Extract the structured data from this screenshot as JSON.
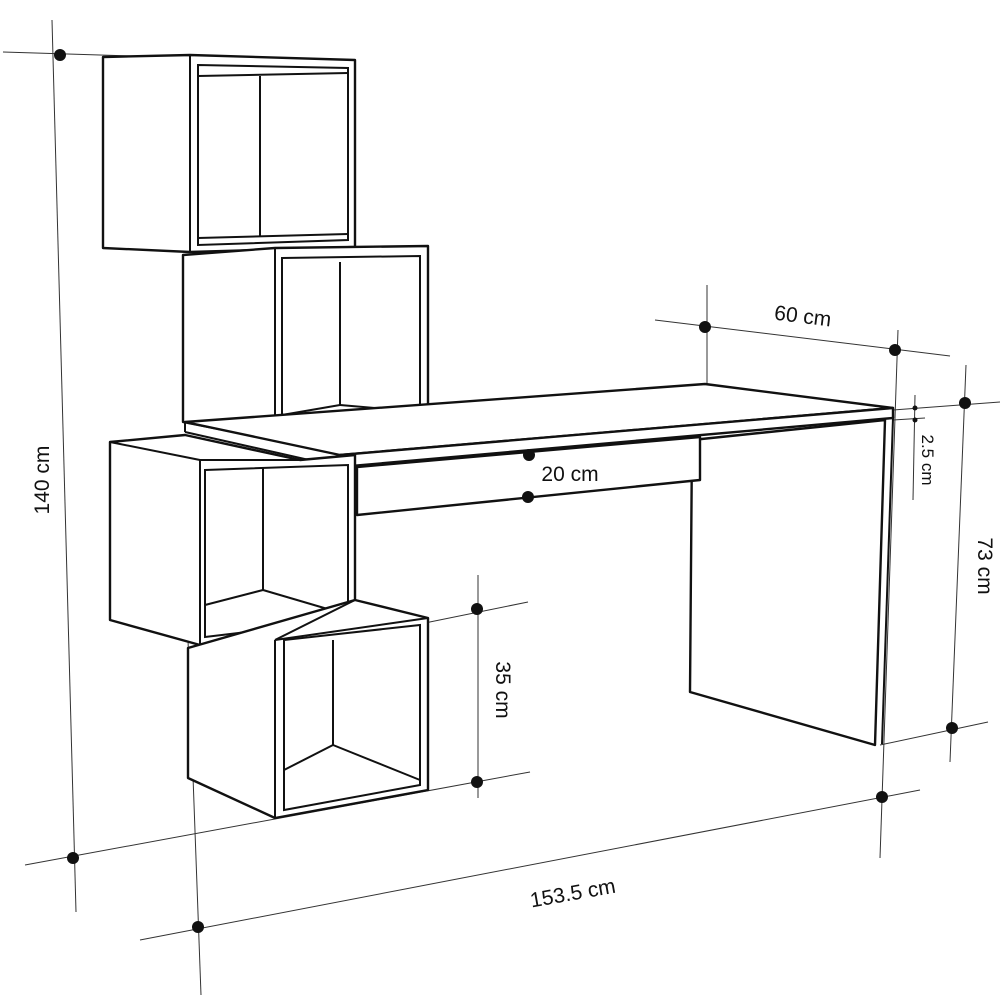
{
  "dimensions": {
    "total_height": "140 cm",
    "desk_depth": "60 cm",
    "top_thickness": "2.5 cm",
    "apron_height": "20 cm",
    "desk_height": "73 cm",
    "cube_height": "35 cm",
    "total_width": "153.5 cm"
  },
  "colors": {
    "line": "#111111",
    "background": "#ffffff"
  }
}
